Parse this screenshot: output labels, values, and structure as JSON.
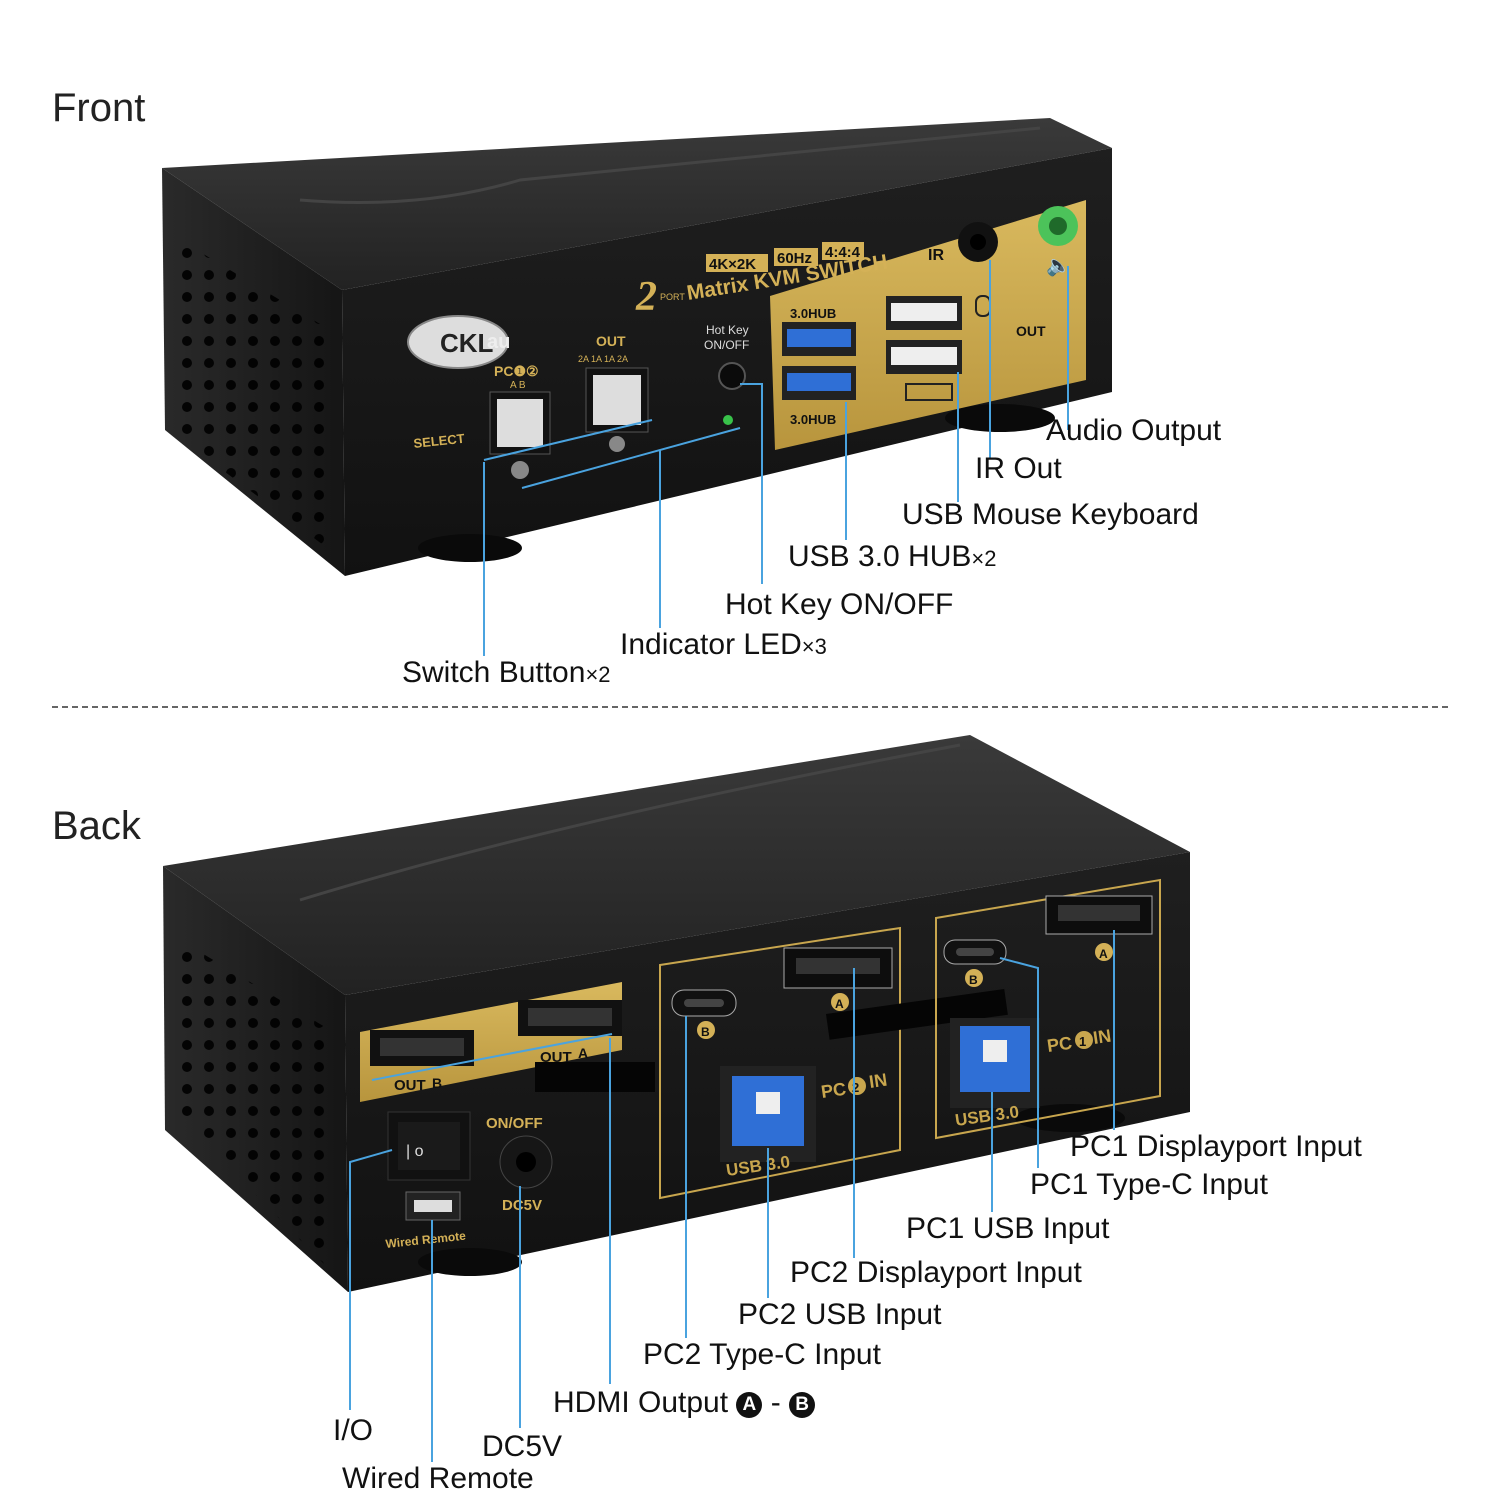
{
  "sections": {
    "front": "Front",
    "back": "Back"
  },
  "device_front": {
    "brand": "CKL",
    "brand_suffix": "au",
    "badges": [
      "4K×2K",
      "60Hz",
      "4:4:4"
    ],
    "model_number": "2",
    "model_small": "PORT",
    "model_title": "Matrix KVM SWITCH",
    "pc_label": "PC❶②",
    "pc_sub": "A  B",
    "out_label": "OUT",
    "out_sub": "2A 1A 1A 2A",
    "select_label": "SELECT",
    "hotkey_label_1": "Hot Key",
    "hotkey_label_2": "ON/OFF",
    "hub_top": "3.0HUB",
    "hub_bottom": "3.0HUB",
    "ir_label": "IR",
    "out_port_label": "OUT"
  },
  "front_callouts": {
    "audio_output": "Audio Output",
    "ir_out": "IR Out",
    "usb_mouse_keyboard": "USB Mouse Keyboard",
    "usb_hub_text": "USB 3.0 HUB",
    "usb_hub_times": "×2",
    "hotkey": "Hot Key ON/OFF",
    "indicator_text": "Indicator LED",
    "indicator_times": "×3",
    "switch_text": "Switch Button",
    "switch_times": "×2"
  },
  "device_back": {
    "out_b": "OUT",
    "out_a": "OUT",
    "letter_a": "A",
    "letter_b": "B",
    "onoff": "ON/OFF",
    "dc5v": "DC5V",
    "wired_remote": "Wired Remote",
    "usb30": "USB 3.0",
    "pc2_in": "PC",
    "pc2_digit": "2",
    "pc1_in": "PC",
    "pc1_digit": "1",
    "in_word": "IN"
  },
  "back_callouts": {
    "pc1_dp": "PC1 Displayport Input",
    "pc1_typec": "PC1 Type-C Input",
    "pc1_usb": "PC1 USB Input",
    "pc2_dp": "PC2 Displayport Input",
    "pc2_usb": "PC2 USB Input",
    "pc2_typec": "PC2 Type-C Input",
    "hdmi_text": "HDMI Output",
    "hdmi_a": "A",
    "hdmi_dash": "-",
    "hdmi_b": "B",
    "io": "I/O",
    "dc5v": "DC5V",
    "wired_remote": "Wired Remote"
  },
  "colors": {
    "body": "#1a1a1a",
    "top": "#2b2b2b",
    "gold": "#c8a64e",
    "usb_blue": "#2f6fd6",
    "leader": "#4aa3df",
    "audio_green": "#4cc35a"
  }
}
